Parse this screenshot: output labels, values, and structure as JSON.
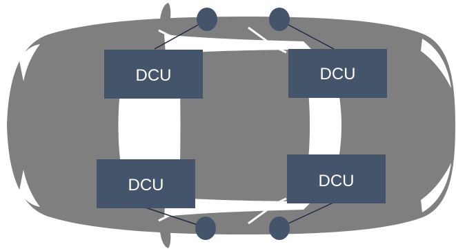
{
  "diagram": {
    "colors": {
      "car_body": "#7f7f7f",
      "window": "#ffffff",
      "dcu_fill": "#44546a",
      "dcu_text": "#ffffff",
      "link": "#1f2a44"
    },
    "dcu_units": [
      {
        "id": "front-left",
        "label": "DCU"
      },
      {
        "id": "rear-left",
        "label": "DCU"
      },
      {
        "id": "front-right",
        "label": "DCU"
      },
      {
        "id": "rear-right",
        "label": "DCU"
      }
    ]
  }
}
